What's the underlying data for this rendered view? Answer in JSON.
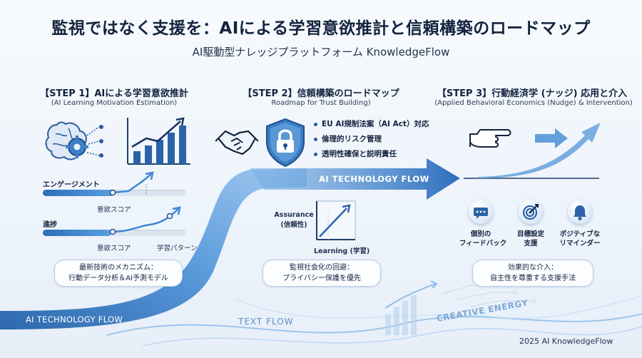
{
  "title": "監視ではなく支援を：AIによる学習意欲推計と信頼構築のロードマップ",
  "subtitle": "AI駆動型ナレッジプラットフォーム KnowledgeFlow",
  "colors": {
    "primary": "#1f5fa8",
    "accent": "#4a90d9",
    "light": "#dbe9f7"
  },
  "step1": {
    "title": "【STEP 1】AIによる学習意欲推計",
    "subtitle": "(AI Learning Motivation Estimation)",
    "engagement_label": "エンゲージメント",
    "engagement_marker": "意欲スコア",
    "progress_label": "進捗",
    "progress_marker1": "意欲スコア",
    "progress_marker2": "学習パターン",
    "pill_line1": "最新技術のメカニズム：",
    "pill_line2": "行動データ分析＆AI予測モデル",
    "icons": [
      "brain-gear-icon",
      "growth-bar-chart-icon"
    ]
  },
  "step2": {
    "title": "【STEP 2】信頼構築のロードマップ",
    "subtitle": "Roadmap for Trust Building)",
    "bullets": [
      "EU AI規制法案（AI Act）対応",
      "倫理的リスク管理",
      "透明性確保と説明責任"
    ],
    "graph_ylabel": "Assurance",
    "graph_ylabel2": "(信頼性)",
    "graph_xlabel": "Learning (学習)",
    "pill_line1": "監視社会化の回避：",
    "pill_line2": "プライバシー保護を優先",
    "icons": [
      "handshake-icon",
      "shield-lock-icon"
    ]
  },
  "step3": {
    "title": "【STEP 3】行動経済学 (ナッジ) 応用と介入",
    "subtitle": "(Applied Behavioral Economics (Nudge) & Intervention)",
    "items": [
      {
        "line1": "個別の",
        "line2": "フィードバック",
        "icon": "chat-bubble-icon"
      },
      {
        "line1": "目標設定",
        "line2": "支援",
        "icon": "target-icon"
      },
      {
        "line1": "ポジティブな",
        "line2": "リマインダー",
        "icon": "bell-icon"
      }
    ],
    "pill_line1": "効果的な介入：",
    "pill_line2": "自主性を尊重する支援手法",
    "icons": [
      "pointing-hand-icon",
      "rising-arrow-icon"
    ]
  },
  "flow_labels": {
    "arrow_top": "AI TECHNOLOGY FLOW",
    "arrow_bottom": "AI TECHNOLOGY FLOW",
    "text_flow": "TEXT FLOW",
    "creative": "CREATIVE ENERGY"
  },
  "footer": "2025 AI KnowledgeFlow"
}
